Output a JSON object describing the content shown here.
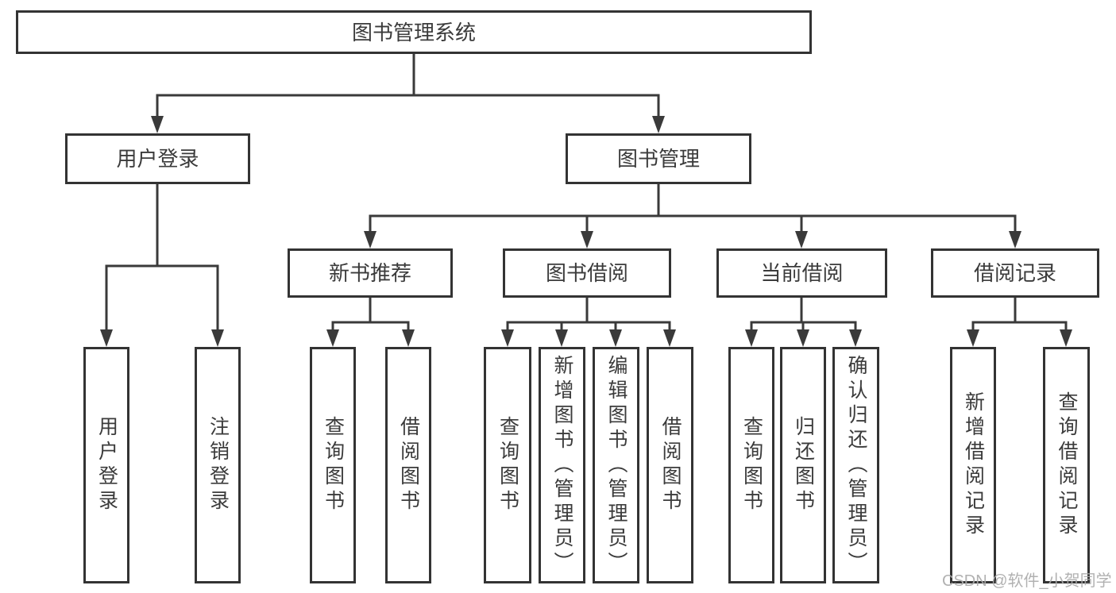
{
  "diagram_type": "hierarchy-tree",
  "watermark": "CSDN @软件_小贺同学",
  "colors": {
    "line": "#3a3a3a",
    "border": "#333333",
    "text": "#3b3b3b",
    "box_bg": "#ffffff",
    "bg": "#ffffff",
    "watermark": "#ababab"
  },
  "nodes": {
    "root": {
      "label": "图书管理系统",
      "parent": null
    },
    "userLogin": {
      "label": "用户登录",
      "parent": "图书管理系统"
    },
    "bookMgmt": {
      "label": "图书管理",
      "parent": "图书管理系统"
    },
    "login": {
      "label": "用户登录",
      "parent": "用户登录"
    },
    "logout": {
      "label": "注销登录",
      "parent": "用户登录"
    },
    "newBookRec": {
      "label": "新书推荐",
      "parent": "图书管理"
    },
    "bookBorrow": {
      "label": "图书借阅",
      "parent": "图书管理"
    },
    "currentBorrow": {
      "label": "当前借阅",
      "parent": "图书管理"
    },
    "borrowRecords": {
      "label": "借阅记录",
      "parent": "图书管理"
    },
    "nbQuery": {
      "label": "查询图书",
      "parent": "新书推荐"
    },
    "nbBorrow": {
      "label": "借阅图书",
      "parent": "新书推荐"
    },
    "bbQuery": {
      "label": "查询图书",
      "parent": "图书借阅"
    },
    "bbAdd": {
      "label": "新增图书（管理员）",
      "parent": "图书借阅"
    },
    "bbEdit": {
      "label": "编辑图书（管理员）",
      "parent": "图书借阅"
    },
    "bbBorrow": {
      "label": "借阅图书",
      "parent": "图书借阅"
    },
    "cbQuery": {
      "label": "查询图书",
      "parent": "当前借阅"
    },
    "cbReturn": {
      "label": "归还图书",
      "parent": "当前借阅"
    },
    "cbConfirm": {
      "label": "确认归还（管理员）",
      "parent": "当前借阅"
    },
    "brAdd": {
      "label": "新增借阅记录",
      "parent": "借阅记录"
    },
    "brQuery": {
      "label": "查询借阅记录",
      "parent": "借阅记录"
    }
  }
}
